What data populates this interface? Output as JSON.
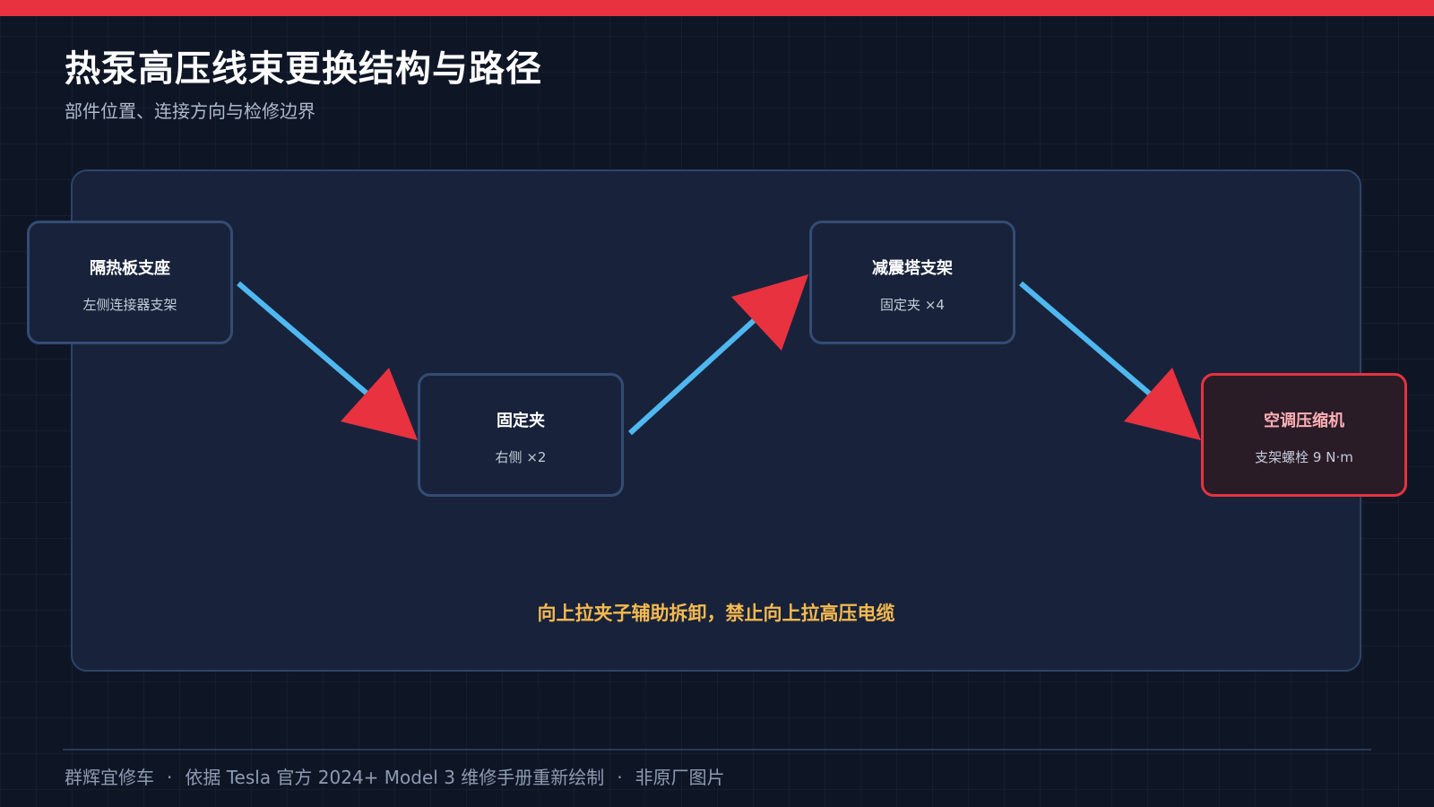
{
  "header": {
    "title": "热泵高压线束更换结构与路径",
    "subtitle": "部件位置、连接方向与检修边界"
  },
  "diagram": {
    "nodes": [
      {
        "title": "隔热板支座",
        "sub": "左侧连接器支架"
      },
      {
        "title": "固定夹",
        "sub": "右侧 ×2"
      },
      {
        "title": "减震塔支架",
        "sub": "固定夹 ×4"
      },
      {
        "title": "空调压缩机",
        "sub": "支架螺栓 9 N·m"
      }
    ],
    "warning": "向上拉夹子辅助拆卸，禁止向上拉高压电缆"
  },
  "footer": {
    "brand": "群辉宜修车",
    "source": "依据 Tesla 官方 2024+ Model 3 维修手册重新绘制",
    "note": "非原厂图片",
    "separator": "·"
  },
  "colors": {
    "accent_red": "#e8323f",
    "arrow_blue": "#4fb8f0",
    "warning_yellow": "#f5b94f"
  }
}
